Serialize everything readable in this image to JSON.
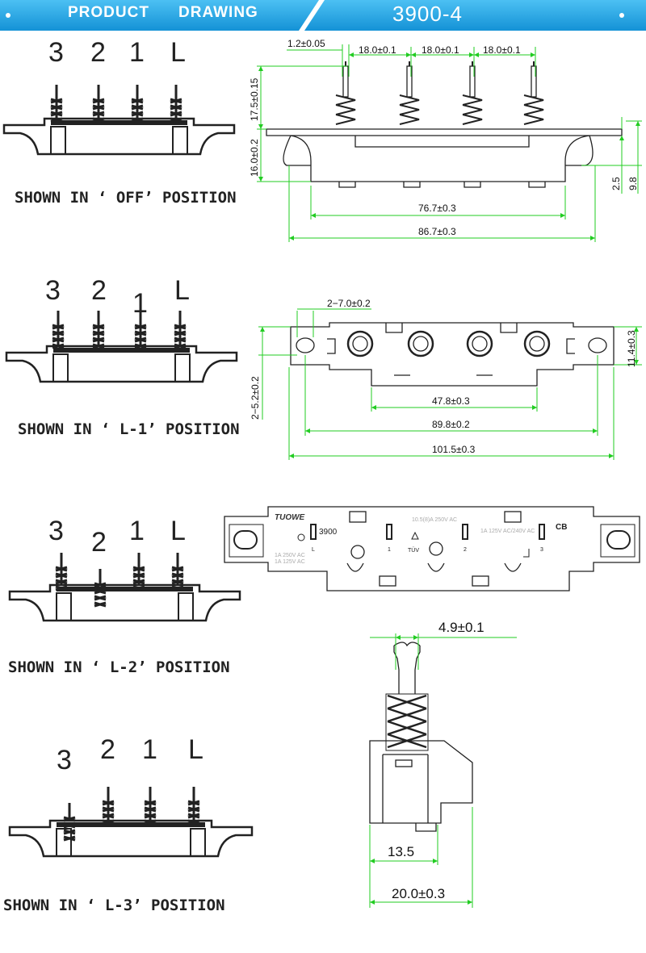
{
  "header": {
    "product": "PRODUCT",
    "drawing": "DRAWING",
    "model": "3900-4",
    "colors": {
      "banner": "#1aa3e8",
      "dim_line": "#22cc22"
    }
  },
  "positions": [
    {
      "pins": [
        "3",
        "2",
        "1",
        "L"
      ],
      "caption": "SHOWN IN ‘ OFF’ POSITION"
    },
    {
      "pins": [
        "3",
        "2",
        "1",
        "L"
      ],
      "caption": "SHOWN IN ‘ L-1’ POSITION"
    },
    {
      "pins": [
        "3",
        "2",
        "1",
        "L"
      ],
      "caption": "SHOWN IN ‘ L-2’ POSITION"
    },
    {
      "pins": [
        "3",
        "2",
        "1",
        "L"
      ],
      "caption": "SHOWN IN ‘ L-3’ POSITION"
    }
  ],
  "side_view": {
    "pin_width": "1.2±0.05",
    "pitch1": "18.0±0.1",
    "pitch2": "18.0±0.1",
    "pitch3": "18.0±0.1",
    "pin_height": "17.5±0.15",
    "body_height": "16.0±0.2",
    "inner_width": "76.7±0.3",
    "outer_width": "86.7±0.3",
    "flange_thk": "2.5",
    "flange_h": "9.8"
  },
  "top_view": {
    "hole": "2−7.0±0.2",
    "hole_v": "2−5.2±0.2",
    "height": "11.4±0.3",
    "slot": "47.8±0.3",
    "hole_pitch": "89.8±0.2",
    "total": "101.5±0.3"
  },
  "bottom_view": {
    "brand": "TUOWE",
    "model": "3900",
    "rating1": "10.5(8)A 250V AC",
    "rating2": "1A 125V AC/240V AC",
    "rating3": "1A 250V AC",
    "rating4": "1A 125V AC",
    "tuv": "TÜV",
    "cb": "CB",
    "terms": [
      "L",
      "1",
      "2",
      "3"
    ]
  },
  "end_view": {
    "stem": "4.9±0.1",
    "base": "13.5",
    "total": "20.0±0.3"
  }
}
